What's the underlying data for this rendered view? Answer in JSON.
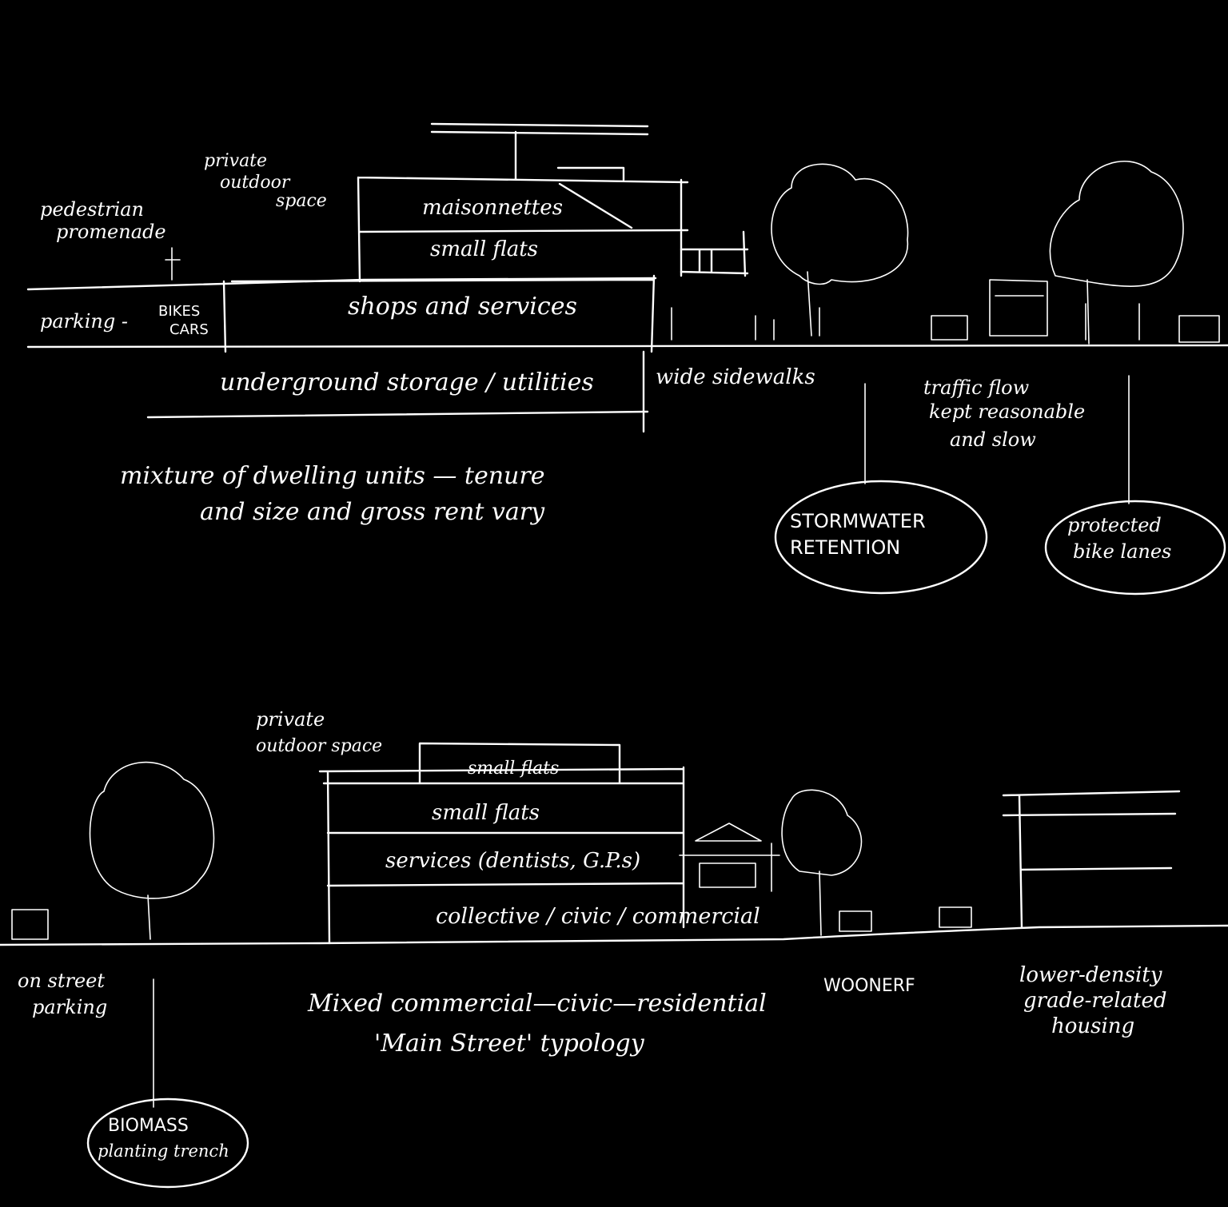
{
  "colors": {
    "background": "#000000",
    "ink": "#ffffff"
  },
  "top_section": {
    "private_outdoor_space": [
      "private",
      "outdoor",
      "space"
    ],
    "pedestrian_promenade": [
      "pedestrian",
      "promenade"
    ],
    "parking": "parking -",
    "bikes": "BIKES",
    "cars": "CARS",
    "maisonnettes": "maisonnettes",
    "small_flats": "small flats",
    "shops": "shops and services",
    "underground": "underground storage / utilities",
    "wide_sidewalks": "wide sidewalks",
    "traffic": [
      "traffic flow",
      "kept reasonable",
      "and slow"
    ],
    "mixture": [
      "mixture of dwelling units — tenure",
      "and size and gross rent vary"
    ],
    "stormwater": [
      "STORMWATER",
      "RETENTION"
    ],
    "bike_lanes": [
      "protected",
      "bike lanes"
    ]
  },
  "bottom_section": {
    "private_outdoor_space": [
      "private",
      "outdoor space"
    ],
    "small_flats_top": "small flats",
    "small_flats": "small flats",
    "services": "services (dentists, G.P.s)",
    "collective": "collective / civic / commercial",
    "on_street_parking": [
      "on street",
      "parking"
    ],
    "typology": [
      "Mixed commercial—civic—residential",
      "'Main Street' typology"
    ],
    "woonerf": "WOONERF",
    "lower_density": [
      "lower-density",
      "grade-related",
      "housing"
    ],
    "biomass": [
      "BIOMASS",
      "planting trench"
    ]
  }
}
